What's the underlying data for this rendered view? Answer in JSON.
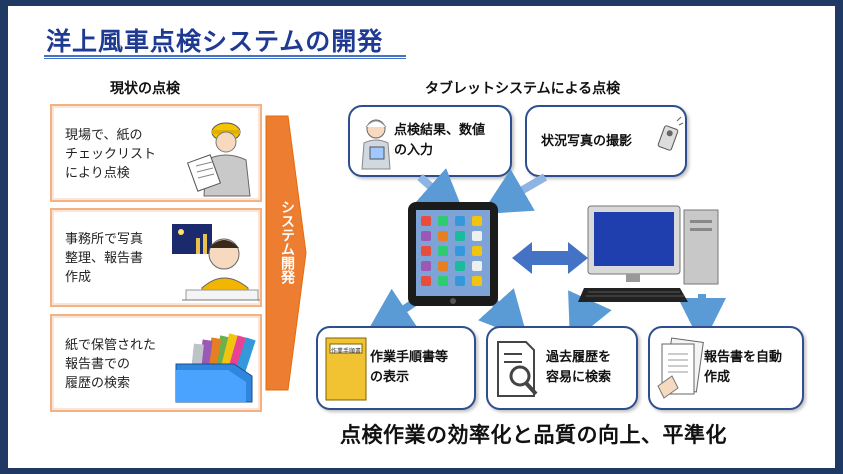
{
  "title": "洋上風車点検システムの開発",
  "left_heading": "現状の点検",
  "right_heading": "タブレットシステムによる点検",
  "left_items": [
    {
      "text": "現場で、紙の\nチェックリスト\nにより点検",
      "icon": "inspector-checklist-illustration"
    },
    {
      "text": "事務所で写真\n整理、報告書\n作成",
      "icon": "office-worker-illustration"
    },
    {
      "text": "紙で保管された\n報告書での\n履歴の検索",
      "icon": "paper-folders-illustration"
    }
  ],
  "dev_arrow_label": "システム開発",
  "top_boxes": [
    {
      "text": "点検結果、数値\nの入力",
      "icon": "worker-tablet-icon"
    },
    {
      "text": "状況写真の撮影",
      "icon": "camera-phone-icon"
    }
  ],
  "bottom_boxes": [
    {
      "text": "作業手順書等\nの表示",
      "icon": "manual-book-icon",
      "book_label": "作業手順書"
    },
    {
      "text": "過去履歴を\n容易に検索",
      "icon": "document-search-icon"
    },
    {
      "text": "報告書を自動\n作成",
      "icon": "report-document-icon"
    }
  ],
  "bottom_message": "点検作業の効率化と品質の向上、平準化",
  "colors": {
    "border": "#1f3864",
    "title": "#1f3a93",
    "accent_orange": "#f4b183",
    "arrow_blue": "#4472c4",
    "box_border": "#2e4f8f"
  }
}
